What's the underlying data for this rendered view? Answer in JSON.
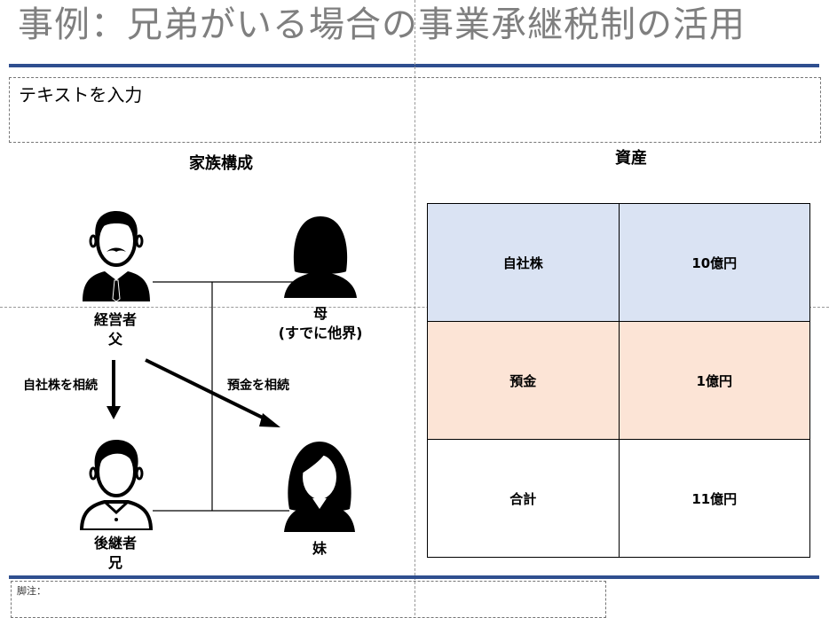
{
  "slide": {
    "title": "事例：兄弟がいる場合の事業承継税制の活用",
    "textbox_placeholder": "テキストを入力",
    "footnote_label": "脚注："
  },
  "family": {
    "heading": "家族構成",
    "father": {
      "line1": "経営者",
      "line2": "父"
    },
    "mother": {
      "line1": "母",
      "line2": "(すでに他界)"
    },
    "son": {
      "line1": "後継者",
      "line2": "兄"
    },
    "daughter": {
      "line1": "妹"
    },
    "arrow_to_son": "自社株を相続",
    "arrow_to_daughter": "預金を相続"
  },
  "assets": {
    "heading": "資産",
    "rows": [
      {
        "name": "自社株",
        "value": "10億円",
        "color": "#dae3f3"
      },
      {
        "name": "預金",
        "value": "1億円",
        "color": "#fce4d6"
      },
      {
        "name": "合計",
        "value": "11億円",
        "color": "#ffffff"
      }
    ]
  },
  "colors": {
    "accent_rule": "#2f4f8f",
    "title_gray": "#7f7f7f"
  }
}
